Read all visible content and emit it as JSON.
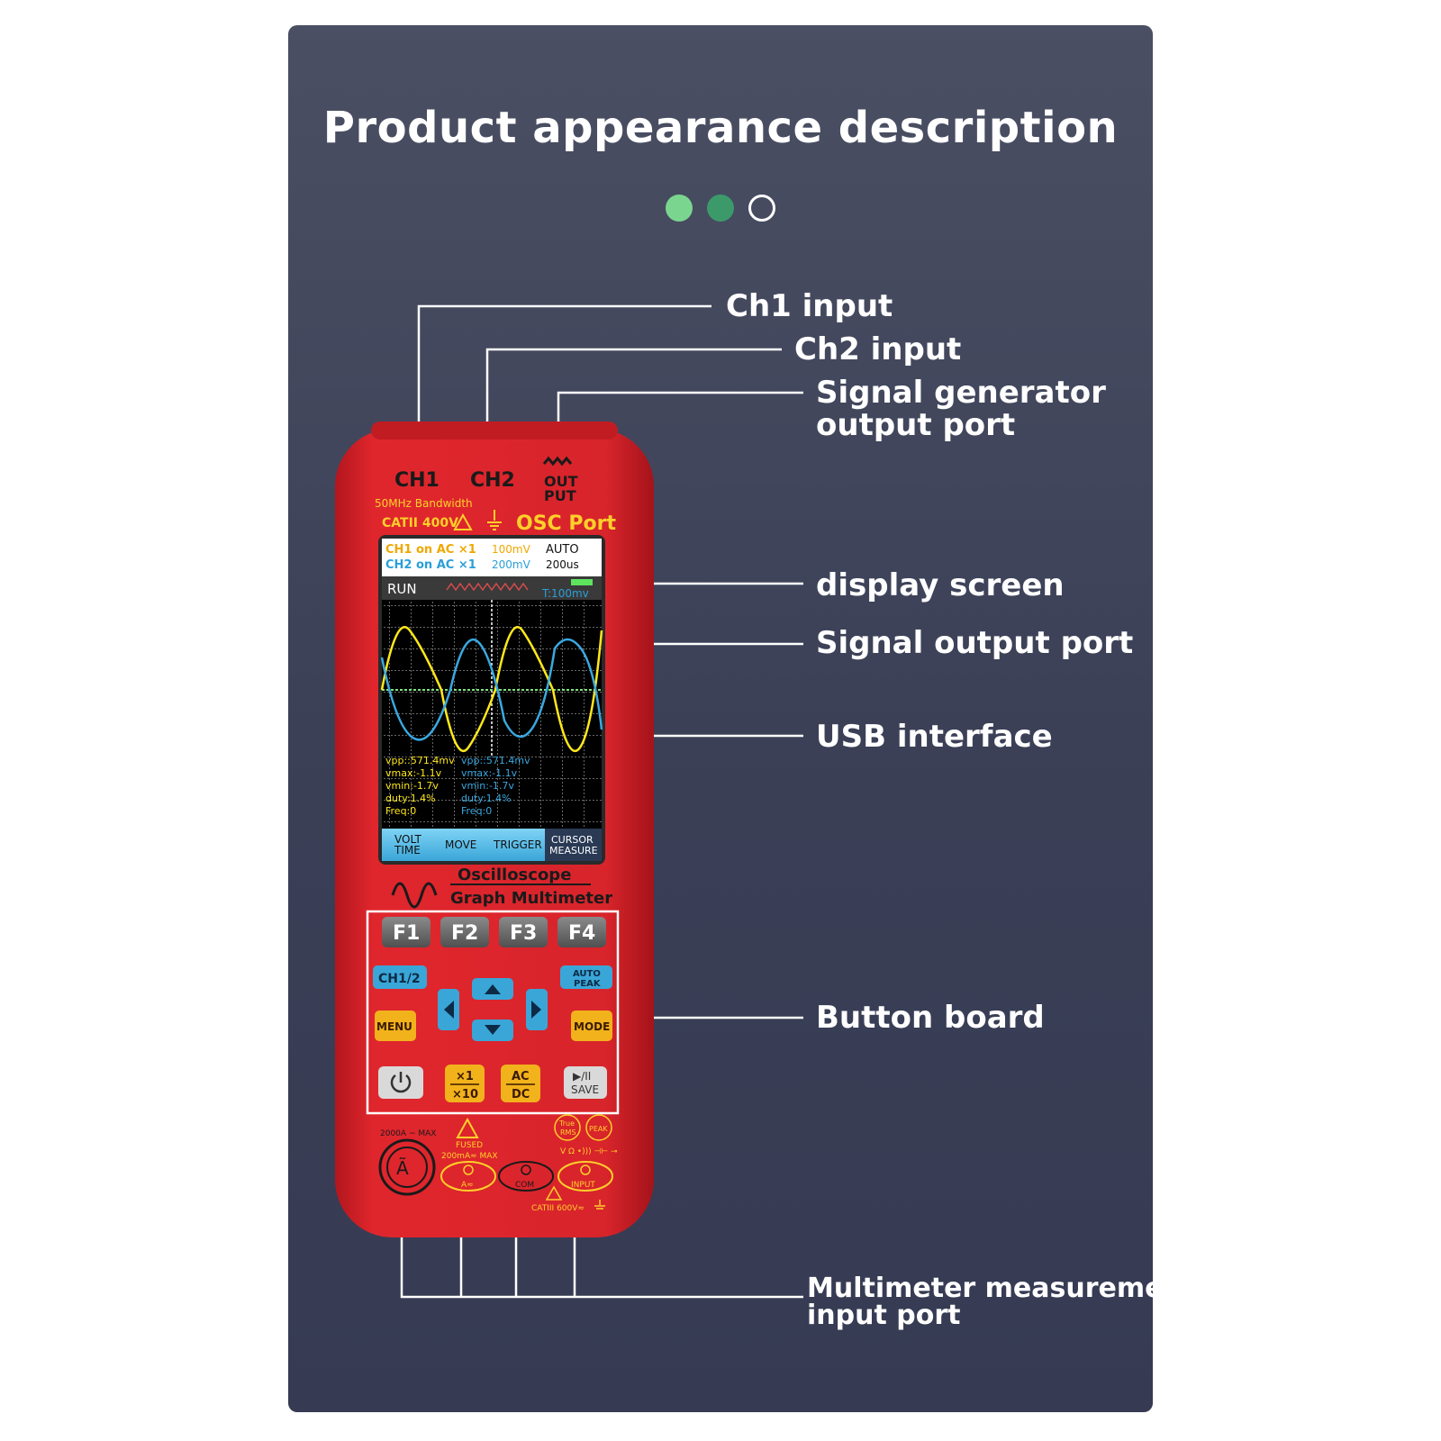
{
  "header": {
    "title": "Product appearance description",
    "page_dots": [
      {
        "state": "active",
        "color": "#7ad68f"
      },
      {
        "state": "active",
        "color": "#3c9a6a"
      },
      {
        "state": "inactive",
        "color": "#ffffff"
      }
    ]
  },
  "callouts": {
    "ch1_input": "Ch1 input",
    "ch2_input": "Ch2 input",
    "signal_generator_line1": "Signal generator",
    "signal_generator_line2": "output port",
    "display_screen": "display screen",
    "signal_output_port": "Signal output port",
    "usb_interface": "USB interface",
    "button_board": "Button board",
    "multimeter_line1": "Multimeter measurement",
    "multimeter_line2": "input port"
  },
  "device": {
    "body_color": "#d8242b",
    "top_labels": {
      "ch1": "CH1",
      "ch2": "CH2",
      "output_line1": "OUT",
      "output_line2": "PUT",
      "bandwidth": "50MHz Bandwidth",
      "rating": "CATII 400V",
      "osc_port": "OSC Port"
    },
    "screen": {
      "ch1_status": "CH1 on AC ×1",
      "ch1_volts": "100mV",
      "ch2_status": "CH2 on AC ×1",
      "ch2_volts": "200mV",
      "trigger_mode": "AUTO",
      "timebase": "200us",
      "run_state": "RUN",
      "trigger_level": "T:100mv",
      "ch1_measure": [
        "vpp::571.4mv",
        "vmax:-1.1v",
        "vmin:-1.7v",
        "duty:1.4%",
        "Freq:0"
      ],
      "ch2_measure": [
        "vpp::571.4mv",
        "vmax:-1.1v",
        "vmin:-1.7v",
        "duty:1.4%",
        "Freq:0"
      ],
      "softkeys": [
        {
          "line1": "VOLT",
          "line2": "TIME"
        },
        {
          "line1": "MOVE",
          "line2": ""
        },
        {
          "line1": "TRIGGER",
          "line2": ""
        },
        {
          "line1": "CURSOR",
          "line2": "MEASURE"
        }
      ]
    },
    "brand_line1": "Oscilloscope",
    "brand_line2": "Graph Multimeter",
    "buttons": {
      "f1": "F1",
      "f2": "F2",
      "f3": "F3",
      "f4": "F4",
      "ch12": "CH1/2",
      "auto_peak_line1": "AUTO",
      "auto_peak_line2": "PEAK",
      "menu": "MENU",
      "mode": "MODE",
      "power_icon": "power-icon",
      "x1": "×1",
      "x10": "×10",
      "ac": "AC",
      "dc": "DC",
      "play_pause": "▶/II",
      "save": "SAVE"
    },
    "jacks": {
      "clamp_max": "2000A ~ MAX",
      "fused": "FUSED",
      "fused_rating": "200mA≂ MAX",
      "true_rms_line1": "True",
      "true_rms_line2": "RMS",
      "peak": "PEAK",
      "amp_jack": "A≂",
      "com_jack": "COM",
      "input_jack": "INPUT",
      "input_symbols": "V Ω •))) ⊣⊢ ⊸",
      "cat_rating": "CATIII 600V≂"
    }
  }
}
